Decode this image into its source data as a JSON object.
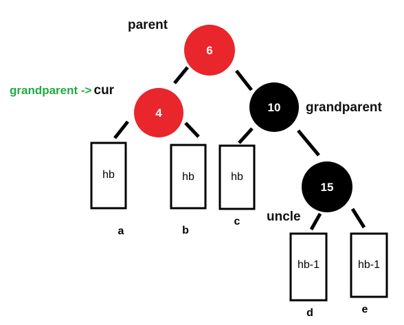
{
  "colors": {
    "red_node": "#e8262c",
    "black_node": "#000000",
    "green_text": "#22aa44"
  },
  "nodes": [
    {
      "key": "6",
      "color": "red"
    },
    {
      "key": "4",
      "color": "red"
    },
    {
      "key": "10",
      "color": "black"
    },
    {
      "key": "15",
      "color": "black"
    }
  ],
  "boxes": [
    {
      "label": "hb",
      "leaf": "a"
    },
    {
      "label": "hb",
      "leaf": "b"
    },
    {
      "label": "hb",
      "leaf": "c"
    },
    {
      "label": "hb-1",
      "leaf": "d"
    },
    {
      "label": "hb-1",
      "leaf": "e"
    }
  ],
  "roles": {
    "parent": "parent",
    "cur_prefix": "grandparent ->",
    "cur": "cur",
    "grandparent": "grandparent",
    "uncle": "uncle"
  }
}
